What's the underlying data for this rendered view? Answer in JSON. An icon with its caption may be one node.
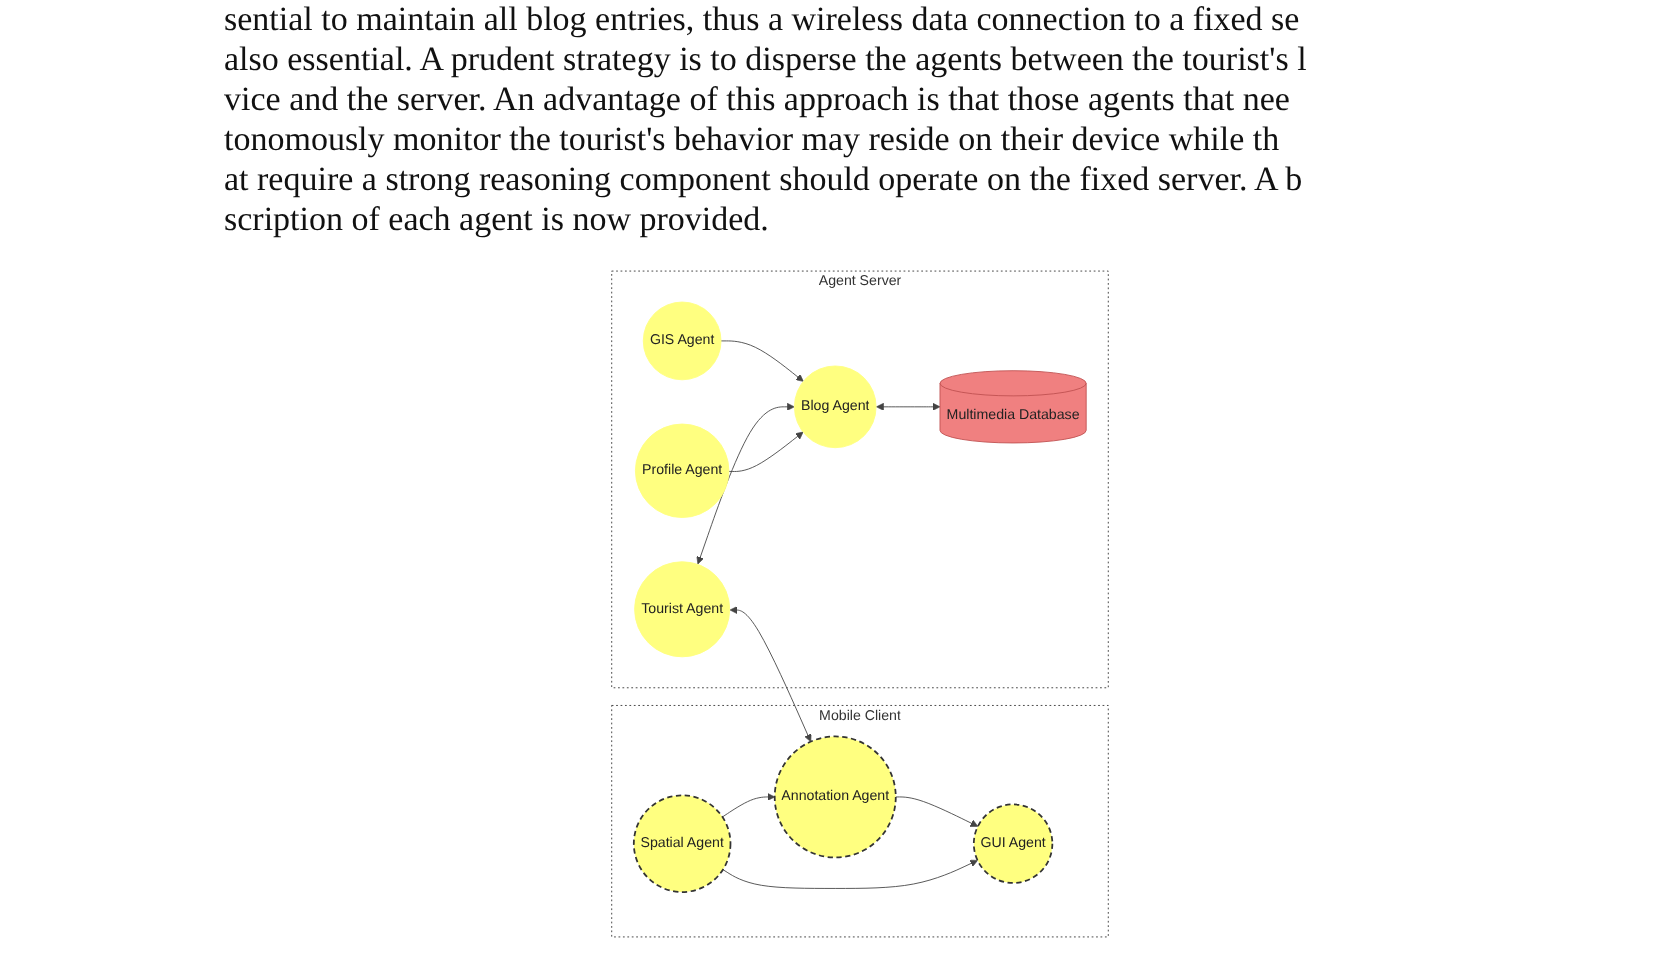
{
  "diagram": {
    "nodes": [
      {
        "text": [
          "Mobile Client"
        ]
      },
      {
        "text": [
          "GUI Agent"
        ],
        "in": 0
      },
      {
        "text": [
          "Annotation Agent"
        ],
        "in": 0
      },
      {
        "text": [
          "Spatial Agent"
        ],
        "in": 0
      },
      {
        "text": [
          "Agent Server"
        ]
      },
      {
        "text": [
          "Tourist Agent"
        ],
        "in": 4
      },
      {
        "text": [
          "Profile Agent"
        ],
        "in": 4
      },
      {
        "text": [
          "Blog Agent"
        ],
        "in": 4
      },
      {
        "text": [
          "GIS Agent"
        ],
        "in": 4
      },
      {
        "text": [
          "Multimedia Database"
        ],
        "in": 4
      }
    ],
    "edges": [
      {
        "from": 3,
        "to": 1,
        "arrow": "to"
      },
      {
        "from": 2,
        "to": 1,
        "arrow": "to"
      },
      {
        "from": 3,
        "to": 2,
        "arrow": "to"
      },
      {
        "from": 2,
        "to": 5,
        "arrow": "both"
      },
      {
        "from": 6,
        "to": 7,
        "arrow": "to"
      },
      {
        "from": 5,
        "to": 7,
        "arrow": "both"
      },
      {
        "from": 8,
        "to": 7,
        "arrow": "to"
      },
      {
        "from": 7,
        "to": 9,
        "arrow": "both"
      }
    ],
    "labels": [
      "sential to maintain all blog entries, thus a wireless data connection to a fixed se",
      "also essential. A prudent strategy is to disperse the agents between the tourist's l",
      "vice and the server. An advantage of this approach is that those agents that nee",
      "tonomously monitor the tourist's behavior may reside on their device while th",
      "at require a strong reasoning component should operate on the fixed server. A b",
      "scription of each agent is now provided."
    ]
  }
}
